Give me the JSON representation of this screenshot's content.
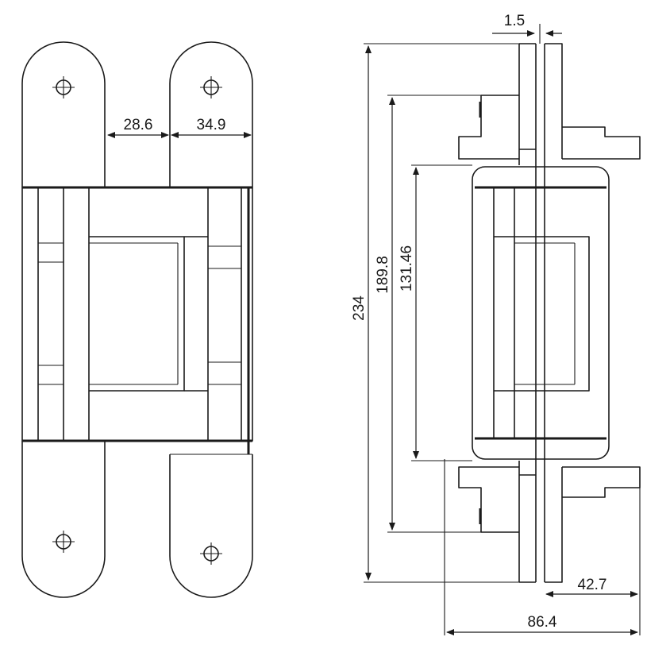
{
  "front_view": {
    "dim_gap": "28.6",
    "dim_plate_width": "34.9"
  },
  "side_view": {
    "dim_pin_gap": "1.5",
    "dim_total_height": "234",
    "dim_mortise_height": "189.8",
    "dim_body_height": "131.46",
    "dim_half_depth": "42.7",
    "dim_total_depth": "86.4"
  }
}
